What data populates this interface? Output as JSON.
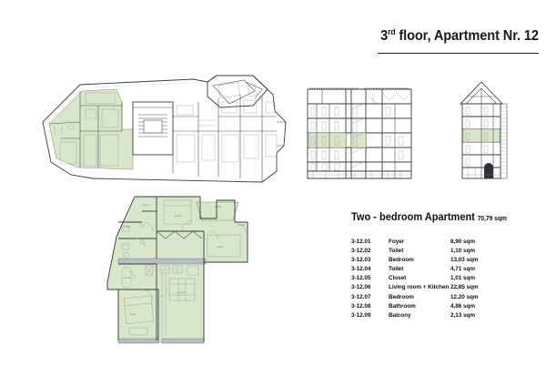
{
  "sheet": {
    "title_prefix": "3",
    "title_ordinal": "rd",
    "title_suffix": " floor, Apartment Nr. 12"
  },
  "legend": {
    "heading": "Two - bedroom Apartment",
    "total_area": "70,79 sqm",
    "rows": [
      {
        "code": "3-12.01",
        "room": "Foyer",
        "area": "8,90 sqm"
      },
      {
        "code": "3-12.02",
        "room": "Toilet",
        "area": "1,10 sqm"
      },
      {
        "code": "3-12.03",
        "room": "Bedroom",
        "area": "13,03 sqm"
      },
      {
        "code": "3-12.04",
        "room": "Toilet",
        "area": "4,71 sqm"
      },
      {
        "code": "3-12.05",
        "room": "Closet",
        "area": "1,01 sqm"
      },
      {
        "code": "3-12.06",
        "room": "Living room + Kitchen",
        "area": "22,85 sqm"
      },
      {
        "code": "3-12.07",
        "room": "Bedroom",
        "area": "12,20 sqm"
      },
      {
        "code": "3-12.08",
        "room": "Bathroom",
        "area": "4,86 sqm"
      },
      {
        "code": "3-12.09",
        "room": "Balcony",
        "area": "2,13 sqm"
      }
    ]
  },
  "drawings": {
    "floor_plan_overview": {
      "name": "3rd floor full plan",
      "highlight_color": "#d8e6c9"
    },
    "apartment_plan": {
      "name": "Apartment Nr. 12 enlarged plan",
      "highlight_color": "#d8e6c9"
    },
    "section_wide": {
      "name": "Longitudinal building section",
      "highlight_color": "#d8e6c9"
    },
    "section_narrow": {
      "name": "Cross building section",
      "highlight_color": "#d8e6c9"
    }
  },
  "colors": {
    "highlight": "#d8e6c9",
    "wall": "#b9bcc0",
    "line": "#4e5053",
    "text": "#111111"
  }
}
